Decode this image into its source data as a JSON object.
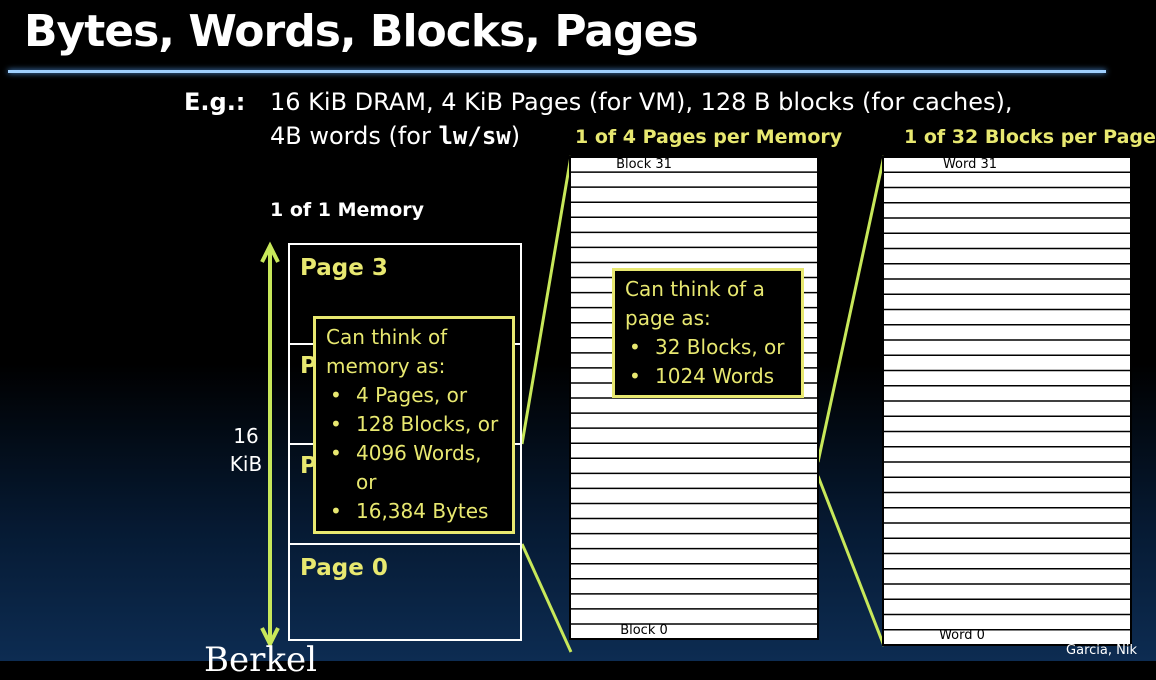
{
  "title": "Bytes, Words, Blocks, Pages",
  "example": {
    "label": "E.g.:",
    "line1": "16 KiB DRAM, 4 KiB Pages (for VM), 128 B blocks (for caches),",
    "line2_prefix": "4B words (for ",
    "line2_code": "lw/sw",
    "line2_suffix": ")"
  },
  "memory": {
    "heading": "1 of 1 Memory",
    "size_value": "16",
    "size_unit": "KiB",
    "pages": [
      {
        "label": "Page 3"
      },
      {
        "label": "P"
      },
      {
        "label": "P"
      },
      {
        "label": "Page 0"
      }
    ],
    "note": {
      "heading_line1": "Can think of",
      "heading_line2": "memory as:",
      "items": [
        "4 Pages, or",
        "128 Blocks, or",
        "4096 Words,",
        "16,384 Bytes"
      ],
      "item3_continuation": "or"
    }
  },
  "page_view": {
    "heading": "1 of 4 Pages per Memory",
    "top_label": "Block 31",
    "bottom_label": "Block 0",
    "rows": 32,
    "note": {
      "heading_line1": "Can think of a",
      "heading_line2": "page as:",
      "items": [
        "32 Blocks, or",
        "1024 Words"
      ]
    }
  },
  "block_view": {
    "heading": "1 of 32 Blocks per Page",
    "top_label": "Word 31",
    "bottom_label": "Word 0",
    "rows": 32
  },
  "footer": {
    "credit": "Garcia, Nik",
    "cut_text": "Berkel"
  },
  "colors": {
    "accent_yellow": "#e8e870",
    "rule_blue": "#9fd0ff",
    "connector_green": "#c8e85a"
  }
}
